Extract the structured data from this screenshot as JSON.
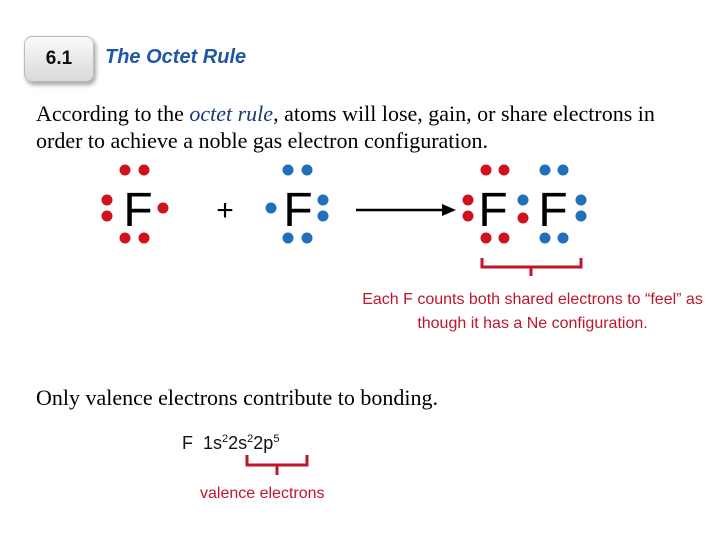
{
  "slide": {
    "section_number": "6.1",
    "title": "The Octet Rule",
    "intro_before": "According to the ",
    "intro_emphasis": "octet rule",
    "intro_after": ", atoms will lose, gain, or share electrons in order to achieve a noble gas electron configuration.",
    "caption": "Each F counts both shared electrons to “feel” as though it has a Ne configuration.",
    "valence_note": "Only valence electrons contribute to bonding.",
    "config_element": "F",
    "config_1s": "1s",
    "config_1s_exp": "2",
    "config_2s": "2s",
    "config_2s_exp": "2",
    "config_2p": "2p",
    "config_2p_exp": "5",
    "valence_label": "valence electrons"
  },
  "diagram": {
    "atom_symbol": "F",
    "plus_sign": "+",
    "colors": {
      "red_electron": "#d0121e",
      "blue_electron": "#1f6fbd",
      "bracket": "#c0152b"
    }
  }
}
